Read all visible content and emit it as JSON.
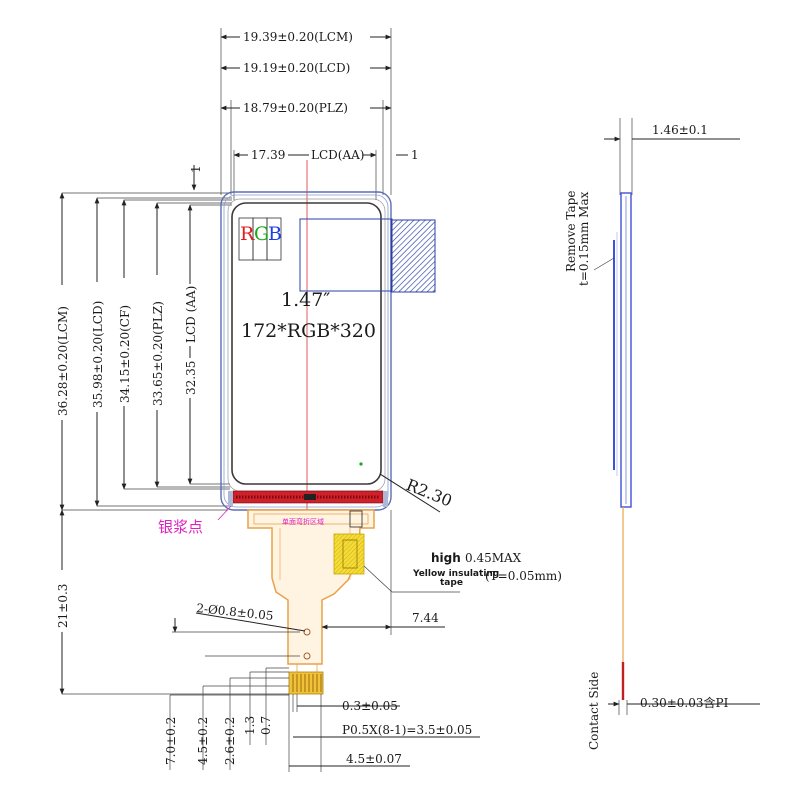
{
  "colors": {
    "lcm_outline": "#5a6fb5",
    "active_area": "#3a3a3a",
    "bond_red": "#d0202a",
    "rgb_red": "#e02020",
    "rgb_green": "#1aa81a",
    "rgb_blue": "#2040e0",
    "fpc_orange": "#e8a24a",
    "tape_yellow": "#f4dc3a",
    "silver_label": "#e020c0",
    "hatch_blue": "#2a3fa8",
    "side_blue": "#4050d8"
  },
  "front_view": {
    "top_dims": {
      "lcm_width": "19.39±0.20(LCM)",
      "lcd_width": "19.19±0.20(LCD)",
      "plz_width": "18.79±0.20(PLZ)",
      "aa_width_value": "17.39",
      "aa_label": "LCD(AA)",
      "offset_right": "1",
      "offset_top": "1"
    },
    "left_dims": {
      "lcm_height": "36.28±0.20(LCM)",
      "lcd_height": "35.98±0.20(LCD)",
      "cf_height": "34.15±0.20(CF)",
      "plz_height": "33.65±0.20(PLZ)",
      "aa_height": "32.35",
      "aa_height_label": "LCD (AA)"
    },
    "rgb": {
      "r": "R",
      "g": "G",
      "b": "B"
    },
    "size_text": "1.47″",
    "resolution_text": "172*RGB*320",
    "corner_radius": "R2.30",
    "silver_paste": "银浆点",
    "fold_zone": "单面弯折区域",
    "tape": {
      "label_high": "high",
      "thickness": "0.45MAX",
      "label_line1": "Yellow insulating",
      "label_line2": "tape",
      "tape_t": "(T=0.05mm)"
    },
    "fpc_offset": "7.44",
    "holes": "2-Ø0.8±0.05",
    "fpc_length": "21±0.3",
    "bottom_dims": {
      "d1": "7.0±0.2",
      "d2": "4.5±0.2",
      "d3": "2.6±0.2",
      "d4": "1.3",
      "d5": "0.7",
      "pin_width": "0.3±0.05",
      "pitch": "P0.5X(8-1)=3.5±0.05",
      "finger_width": "4.5±0.07"
    }
  },
  "side_view": {
    "thickness": "1.46±0.1",
    "remove_tape_1": "Remove Tape",
    "remove_tape_2": "t=0.15mm Max",
    "fpc_thickness": "0.30±0.03含PI",
    "contact_side": "Contact Side"
  }
}
